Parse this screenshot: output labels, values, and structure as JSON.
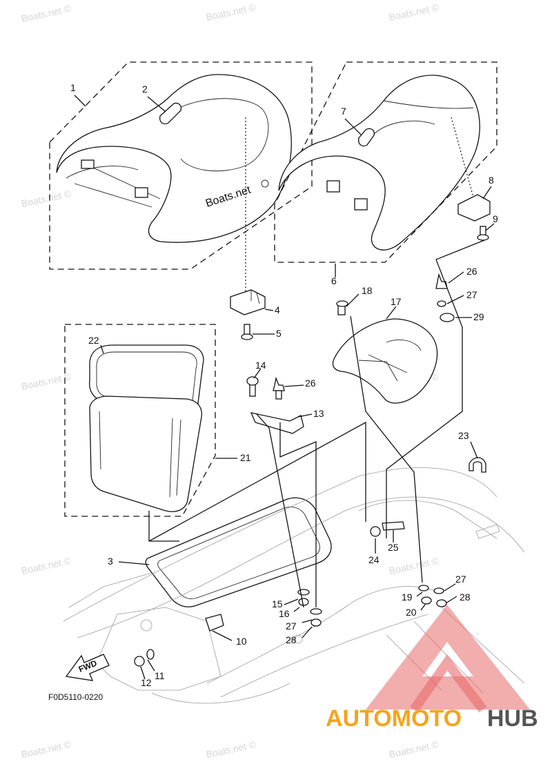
{
  "diagram_code": "F0D5110-0220",
  "fwd_label": "FWD",
  "watermark_text": "Boats.net ©",
  "seat_watermark": "Boats.net",
  "brand": {
    "part1": "AUTOMOTO",
    "part2": "HUB",
    "color1": "#f4a51c",
    "color2": "#555555",
    "logo_color": "#e86a6a"
  },
  "callouts": {
    "c1": "1",
    "c2": "2",
    "c3": "3",
    "c4": "4",
    "c5": "5",
    "c6": "6",
    "c7": "7",
    "c8": "8",
    "c9": "9",
    "c10": "10",
    "c11": "11",
    "c12": "12",
    "c13": "13",
    "c14": "14",
    "c15": "15",
    "c16": "16",
    "c17": "17",
    "c18": "18",
    "c19": "19",
    "c20": "20",
    "c21": "21",
    "c22": "22",
    "c23": "23",
    "c24": "24",
    "c25": "25",
    "c26a": "26",
    "c26b": "26",
    "c27a": "27",
    "c27b": "27",
    "c27c": "27",
    "c28a": "28",
    "c28b": "28",
    "c29": "29"
  }
}
